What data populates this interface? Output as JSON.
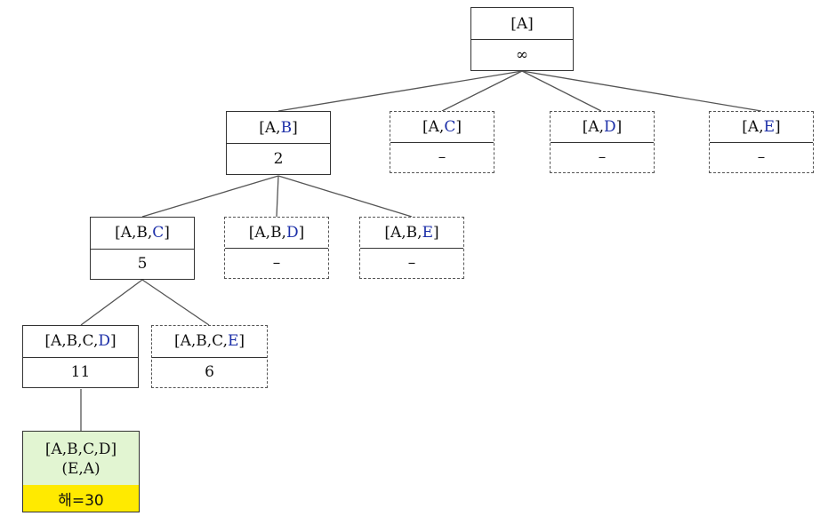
{
  "tree": {
    "root": {
      "label": "[A]",
      "value": "∞"
    },
    "a_b": {
      "prefix": "[A,",
      "last": "B",
      "suffix": "]",
      "value": "2"
    },
    "a_c": {
      "prefix": "[A,",
      "last": "C",
      "suffix": "]",
      "value": "–"
    },
    "a_d": {
      "prefix": "[A,",
      "last": "D",
      "suffix": "]",
      "value": "–"
    },
    "a_e": {
      "prefix": "[A,",
      "last": "E",
      "suffix": "]",
      "value": "–"
    },
    "a_b_c": {
      "prefix": "[A,B,",
      "last": "C",
      "suffix": "]",
      "value": "5"
    },
    "a_b_d": {
      "prefix": "[A,B,",
      "last": "D",
      "suffix": "]",
      "value": "–"
    },
    "a_b_e": {
      "prefix": "[A,B,",
      "last": "E",
      "suffix": "]",
      "value": "–"
    },
    "a_b_c_d": {
      "prefix": "[A,B,C,",
      "last": "D",
      "suffix": "]",
      "value": "11"
    },
    "a_b_c_e": {
      "prefix": "[A,B,C,",
      "last": "E",
      "suffix": "]",
      "value": "6"
    },
    "solution": {
      "line1": "[A,B,C,D]",
      "line2": "(E,A)",
      "cost": "해=30"
    }
  },
  "colors": {
    "highlight_text": "#1c2fa8",
    "solution_bg": "#e2f5d2",
    "cost_bg": "#ffea00"
  }
}
